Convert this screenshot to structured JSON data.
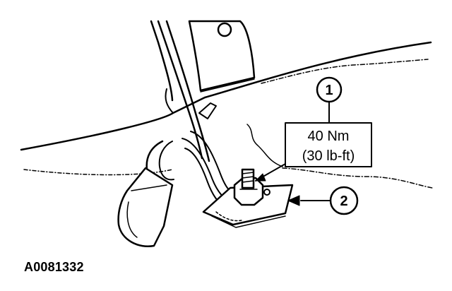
{
  "callouts": {
    "c1": {
      "number": "1"
    },
    "c2": {
      "number": "2"
    }
  },
  "torque": {
    "line1": "40 Nm",
    "line2": "(30 lb-ft)"
  },
  "figure_id": "A0081332"
}
